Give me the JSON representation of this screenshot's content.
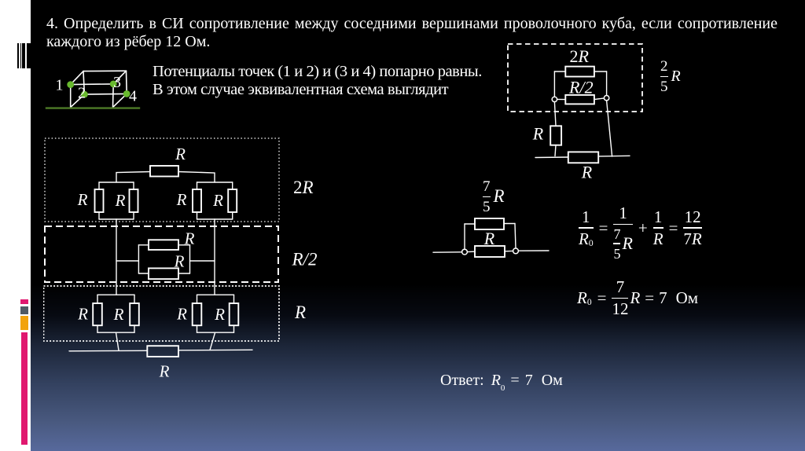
{
  "slide": {
    "title": "4. Определить в СИ сопротивление между соседними вершинами проволочного куба, если сопротивление каждого из рёбер 12 Ом.",
    "explanation": {
      "line1": "Потенциалы точек (1 и 2) и (3 и 4) попарно равны.",
      "line2": "В этом случае эквивалентная схема выглядит"
    },
    "answer": {
      "prefix": "Ответ:",
      "R": "R",
      "sub": "0",
      "equals": "=",
      "value": "7",
      "unit": "Ом"
    }
  },
  "cube": {
    "vertex1": "1",
    "vertex2": "2",
    "vertex3": "3",
    "vertex4": "4"
  },
  "sym": {
    "R": "R",
    "one": "1",
    "two": "2",
    "five": "5",
    "seven": "7",
    "twelve": "12",
    "zero": "0",
    "sevenR": "7R",
    "plus": "+",
    "equals": "=",
    "twoR_digit": "2",
    "R_over_2": "R/2"
  },
  "left_circuit": {
    "top_resistor_label": "R",
    "pair_resistor_label": "R",
    "mid_resistor_label": "R",
    "bottom_resistor_label": "R",
    "section1_value": "2R",
    "section2_value": "R/2",
    "section3_value": "R"
  },
  "right_circuit": {
    "top_resistor_label": "2R",
    "mid_resistor_label": "R/2",
    "left_resistor_label": "R",
    "bottom_resistor_label": "R",
    "equivalent_value_num": "2",
    "equivalent_value_den": "5",
    "equivalent_value_R": "R"
  },
  "mid_circuit": {
    "top_value_num": "7",
    "top_value_den": "5",
    "top_value_R": "R",
    "bottom_resistor_label": "R"
  },
  "colors": {
    "accent_pink": "#e0186f",
    "accent_gray": "#4f5a64",
    "accent_orange": "#f2a30c",
    "vertex_green": "#68b92e",
    "ground_green": "#4d7a27",
    "background_bottom_blue": "#5b6fa6"
  }
}
